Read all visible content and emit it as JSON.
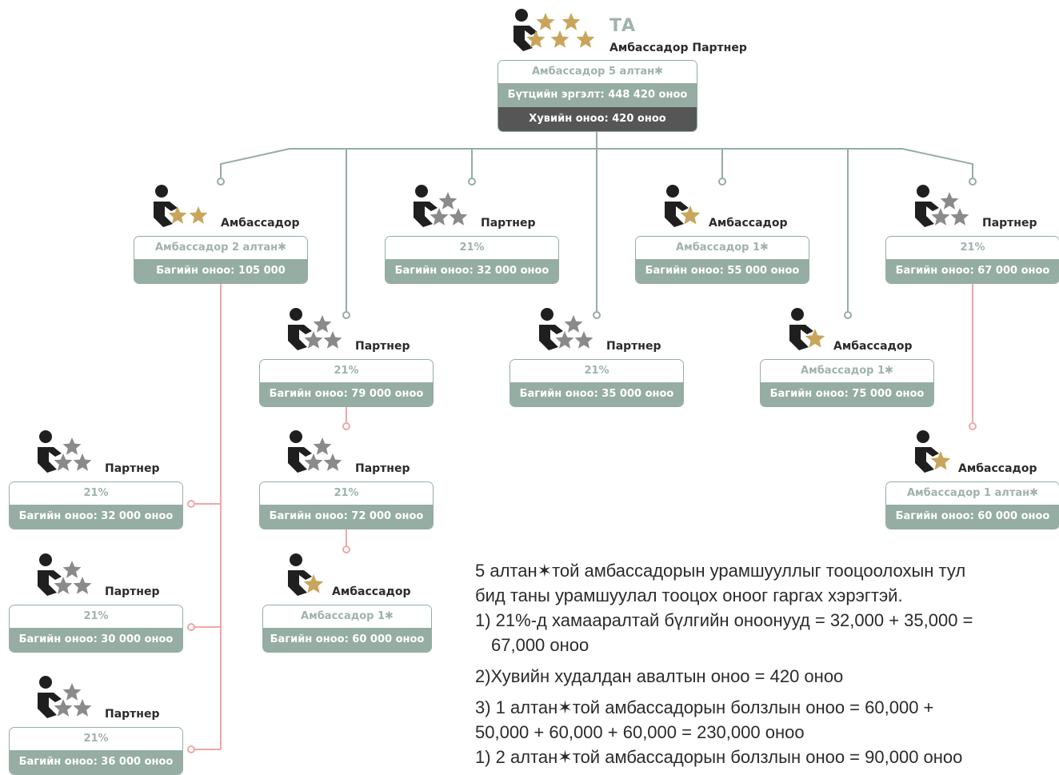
{
  "top": {
    "ta": "ТА",
    "role": "Амбассадор Партнер",
    "line1": "Амбассадор 5 алтан✱",
    "line2": "Бүтцийн эргэлт: 448 420 оноо",
    "line3": "Хувийн оноо: 420 оноо"
  },
  "nodes": [
    {
      "role": "Амбассадор",
      "line1": "Амбассадор 2 алтан✱",
      "line2": "Багийн оноо: 105 000",
      "stars": 2
    },
    {
      "role": "Партнер",
      "line1": "21%",
      "line2": "Багийн оноо: 32 000 оноо",
      "stars": 3
    },
    {
      "role": "Амбассадор",
      "line1": "Амбассадор 1✱",
      "line2": "Багийн оноо: 55 000 оноо",
      "stars": 1
    },
    {
      "role": "Партнер",
      "line1": "21%",
      "line2": "Багийн оноо: 67 000 оноо",
      "stars": 3
    },
    {
      "role": "Партнер",
      "line1": "21%",
      "line2": "Багийн оноо: 79 000 оноо",
      "stars": 3
    },
    {
      "role": "Партнер",
      "line1": "21%",
      "line2": "Багийн оноо: 35 000 оноо",
      "stars": 3
    },
    {
      "role": "Амбассадор",
      "line1": "Амбассадор 1✱",
      "line2": "Багийн оноо: 75 000 оноо",
      "stars": 1
    },
    {
      "role": "Партнер",
      "line1": "21%",
      "line2": "Багийн оноо: 32 000 оноо",
      "stars": 3
    },
    {
      "role": "Партнер",
      "line1": "21%",
      "line2": "Багийн оноо: 72 000 оноо",
      "stars": 3
    },
    {
      "role": "Амбассадор",
      "line1": "Амбассадор 1 алтан✱",
      "line2": "Багийн оноо: 60 000 оноо",
      "stars": 1
    },
    {
      "role": "Партнер",
      "line1": "21%",
      "line2": "Багийн оноо: 30 000 оноо",
      "stars": 3
    },
    {
      "role": "Амбассадор",
      "line1": "Амбассадор 1✱",
      "line2": "Багийн оноо: 60 000 оноо",
      "stars": 1
    },
    {
      "role": "Партнер",
      "line1": "21%",
      "line2": "Багийн оноо: 36 000 оноо",
      "stars": 3
    }
  ],
  "text": [
    "5 алтан✶той амбассадорын урамшууллыг тооцоолохын тул",
    "бид таны урамшуулал тооцох оноог гаргах хэрэгтэй.",
    "1) 21%-д хамааралтай бүлгийн оноонууд = 32,000 + 35,000 =",
    "67,000 оноо",
    "2)Хувийн худалдан авалтын оноо = 420 оноо",
    "3) 1 алтан✶той амбассадорын болзлын оноо = 60,000 +",
    "50,000 + 60,000 + 60,000 = 230,000 оноо",
    "1) 2 алтан✶той амбассадорын болзлын оноо = 90,000 оноо"
  ],
  "colors": {
    "gold": "#c9a55c",
    "gray_star": "#8a8a8a",
    "teal": "#95ada3",
    "pink": "#f0a7a7",
    "dark": "#565656"
  }
}
